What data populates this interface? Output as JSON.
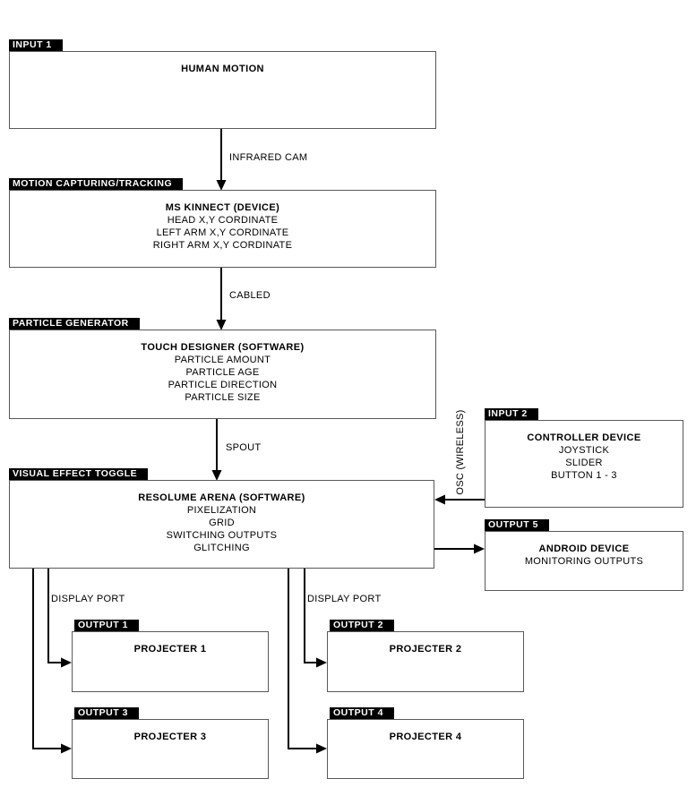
{
  "nodes": {
    "input1": {
      "tag": "INPUT 1",
      "title": "HUMAN MOTION",
      "lines": []
    },
    "motion": {
      "tag": "MOTION CAPTURING/TRACKING",
      "title": "MS KINNECT (DEVICE)",
      "lines": [
        "HEAD X,Y CORDINATE",
        "LEFT ARM X,Y CORDINATE",
        "RIGHT ARM X,Y CORDINATE"
      ]
    },
    "particle": {
      "tag": "PARTICLE GENERATOR",
      "title": "TOUCH DESIGNER (SOFTWARE)",
      "lines": [
        "PARTICLE AMOUNT",
        "PARTICLE AGE",
        "PARTICLE DIRECTION",
        "PARTICLE SIZE"
      ]
    },
    "visual": {
      "tag": "VISUAL EFFECT TOGGLE",
      "title": "RESOLUME ARENA (SOFTWARE)",
      "lines": [
        "PIXELIZATION",
        "GRID",
        "SWITCHING OUTPUTS",
        "GLITCHING"
      ]
    },
    "input2": {
      "tag": "INPUT 2",
      "title": "CONTROLLER DEVICE",
      "lines": [
        "JOYSTICK",
        "SLIDER",
        "BUTTON 1 - 3"
      ]
    },
    "output5": {
      "tag": "OUTPUT 5",
      "title": "ANDROID DEVICE",
      "lines": [
        "MONITORING OUTPUTS"
      ]
    },
    "output1": {
      "tag": "OUTPUT 1",
      "title": "PROJECTER 1",
      "lines": []
    },
    "output2": {
      "tag": "OUTPUT 2",
      "title": "PROJECTER 2",
      "lines": []
    },
    "output3": {
      "tag": "OUTPUT 3",
      "title": "PROJECTER 3",
      "lines": []
    },
    "output4": {
      "tag": "OUTPUT 4",
      "title": "PROJECTER 4",
      "lines": []
    }
  },
  "edges": {
    "infrared": "INFRARED CAM",
    "cabled": "CABLED",
    "spout": "SPOUT",
    "osc": "OSC (WIRELESS)",
    "display_left": "DISPLAY PORT",
    "display_right": "DISPLAY PORT"
  },
  "colors": {
    "background": "#ffffff",
    "line": "#000000",
    "box_border": "#595959",
    "tag_background": "#000000",
    "tag_text": "#ffffff",
    "text": "#000000"
  }
}
